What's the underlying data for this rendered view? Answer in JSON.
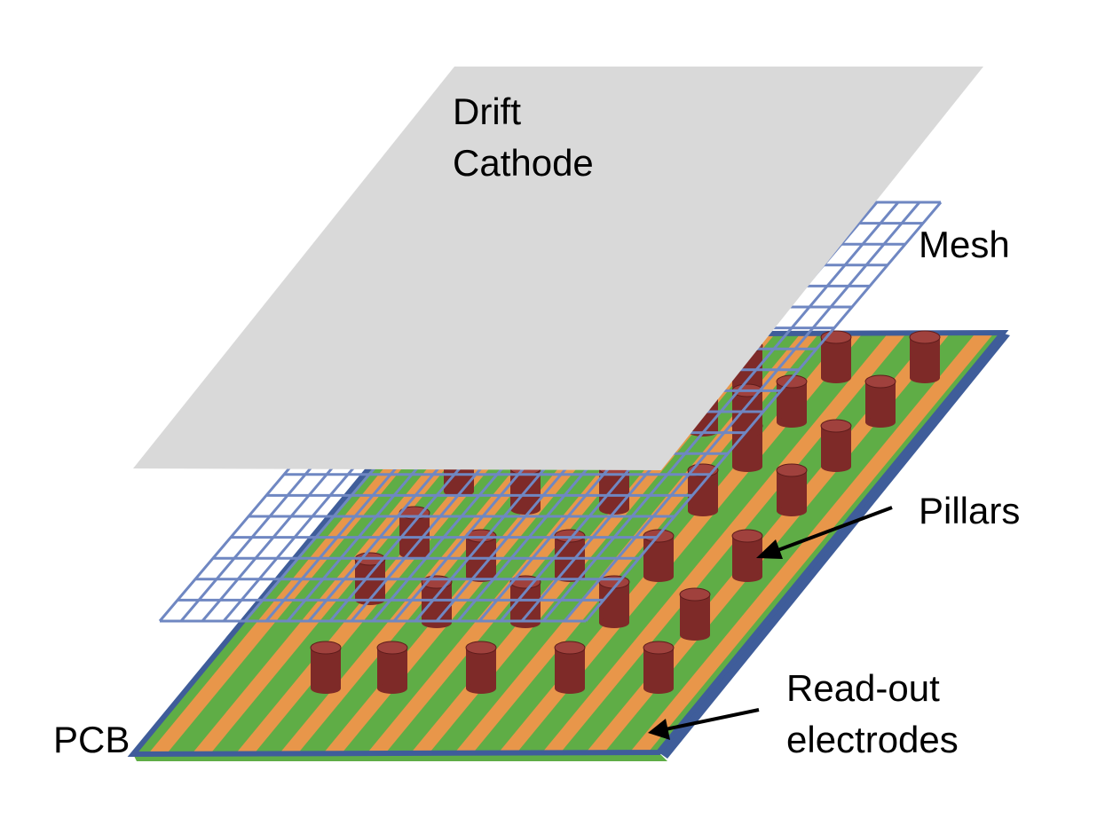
{
  "labels": {
    "drift_line1": "Drift",
    "drift_line2": "Cathode",
    "mesh": "Mesh",
    "pillars": "Pillars",
    "readout_line1": "Read-out",
    "readout_line2": "electrodes",
    "pcb": "PCB"
  },
  "colors": {
    "cathode": "#d9d9d9",
    "mesh_line": "#6f87c2",
    "pcb_green": "#5fad46",
    "pcb_edge": "#3f5d9a",
    "electrode_orange": "#e8964a",
    "pillar_body": "#7e2a28",
    "pillar_top": "#a0413d",
    "arrow": "#000000"
  }
}
